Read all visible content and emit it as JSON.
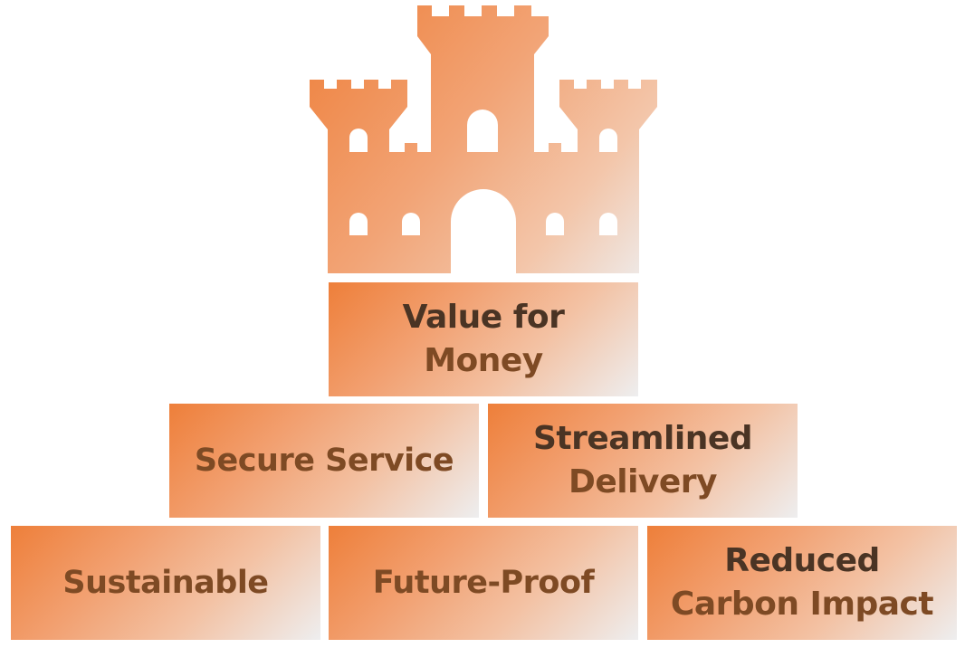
{
  "colors": {
    "accent": "#ee7f3a",
    "fade": "#eeeeef",
    "text_dark": "#4a3424",
    "text_brown": "#7e4a24"
  },
  "castle": {
    "icon": "castle-icon"
  },
  "blocks": [
    {
      "id": "value-for-money",
      "lines": [
        "Value for",
        "Money"
      ]
    },
    {
      "id": "secure-service",
      "lines": [
        "Secure Service"
      ]
    },
    {
      "id": "streamlined-delivery",
      "lines": [
        "Streamlined",
        "Delivery"
      ]
    },
    {
      "id": "sustainable",
      "lines": [
        "Sustainable"
      ]
    },
    {
      "id": "future-proof",
      "lines": [
        "Future-Proof"
      ]
    },
    {
      "id": "reduced-carbon-impact",
      "lines": [
        "Reduced",
        "Carbon Impact"
      ]
    }
  ]
}
